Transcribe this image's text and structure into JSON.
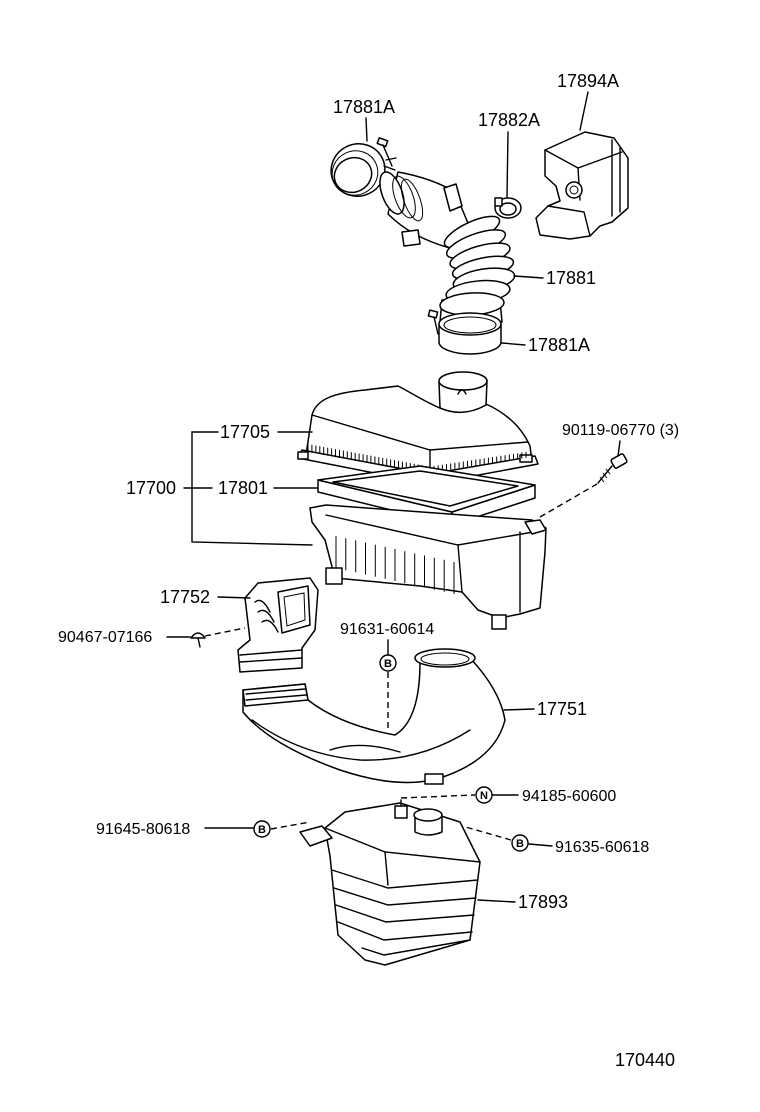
{
  "diagram": {
    "labels": {
      "clamp_top": "17881A",
      "resonator_top": "17894A",
      "clamp_small": "17882A",
      "hose": "17881",
      "clamp_bottom": "17881A",
      "cap": "17705",
      "bolt": "90119-06770 (3)",
      "assembly": "17700",
      "element": "17801",
      "inlet": "17752",
      "clip": "90467-07166",
      "clip_b1": "91631-60614",
      "duct": "17751",
      "nut": "94185-60600",
      "clip_b2": "91645-80618",
      "clip_b3": "91635-60618",
      "resonator_bottom": "17893",
      "figure_number": "170440"
    },
    "markers": {
      "b1": "B",
      "n": "N",
      "b2": "B",
      "b3": "B"
    }
  }
}
